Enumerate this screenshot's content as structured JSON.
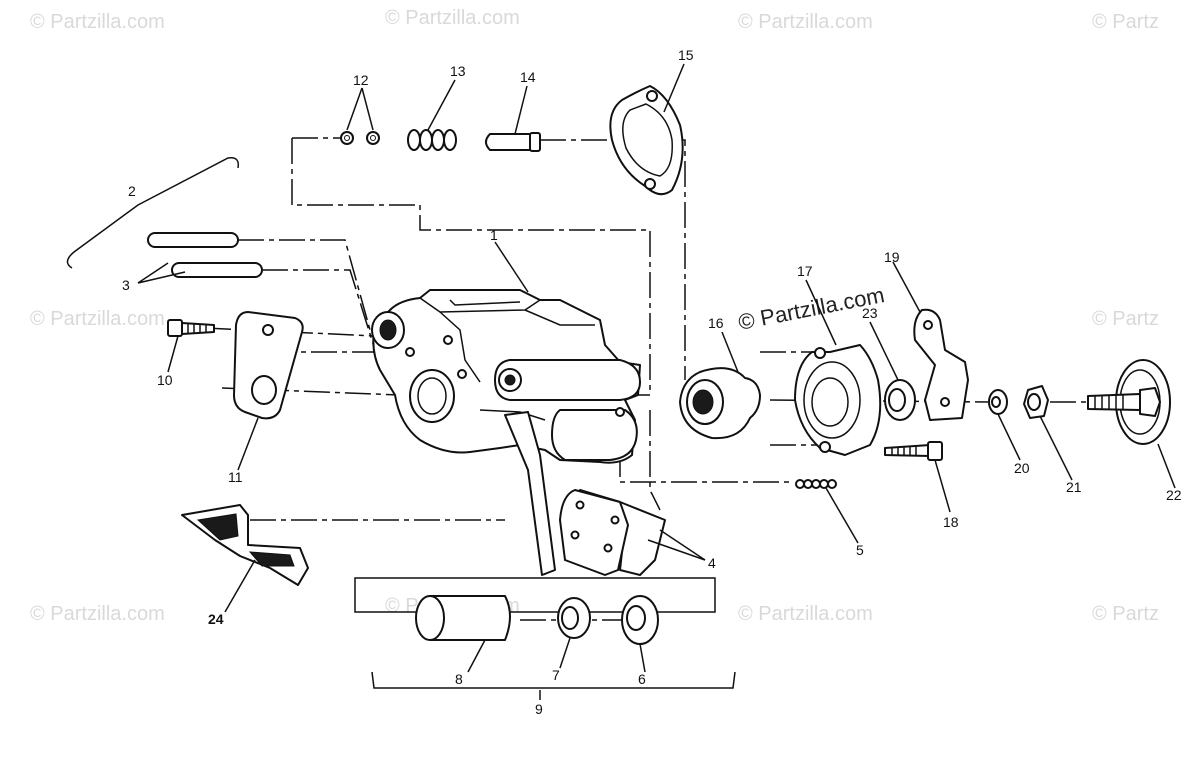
{
  "watermark": {
    "text": "© Partzilla.com",
    "clipped_text": "© Partz",
    "center_text": "© Partzilla.com"
  },
  "callouts": {
    "c1": "1",
    "c2": "2",
    "c3": "3",
    "c4": "4",
    "c5": "5",
    "c6": "6",
    "c7": "7",
    "c8": "8",
    "c9": "9",
    "c10": "10",
    "c11": "11",
    "c12": "12",
    "c13": "13",
    "c14": "14",
    "c15": "15",
    "c16": "16",
    "c17": "17",
    "c18": "18",
    "c19": "19",
    "c20": "20",
    "c21": "21",
    "c22": "22",
    "c23": "23",
    "c24": "24"
  }
}
